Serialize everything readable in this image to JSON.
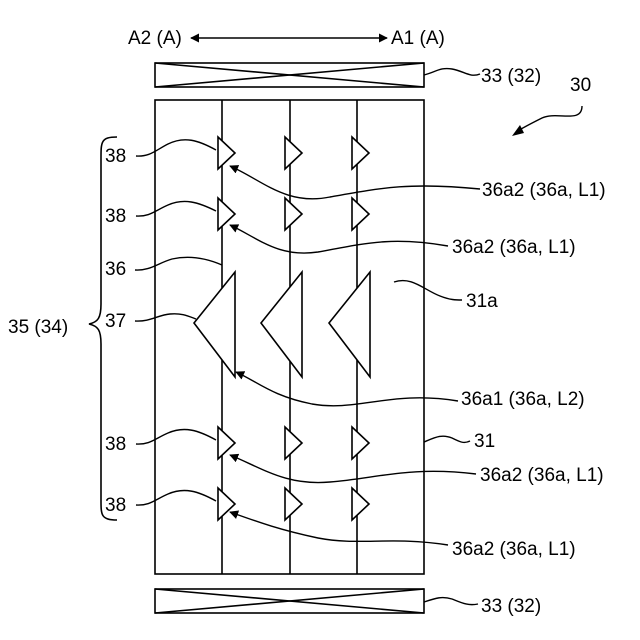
{
  "direction": {
    "left_label": "A2 (A)",
    "right_label": "A1 (A)"
  },
  "labels": {
    "roller_top": "33 (32)",
    "roller_bottom": "33 (32)",
    "assembly": "30",
    "belt": "31",
    "belt_surface": "31a",
    "region": "35 (34)",
    "groove": "36",
    "large_protrusion": "37",
    "small_protrusion": "38",
    "l1_part": "36a2 (36a, L1)",
    "l2_part": "36a1 (36a, L2)"
  },
  "colors": {
    "stroke": "#000000",
    "background": "#ffffff"
  }
}
